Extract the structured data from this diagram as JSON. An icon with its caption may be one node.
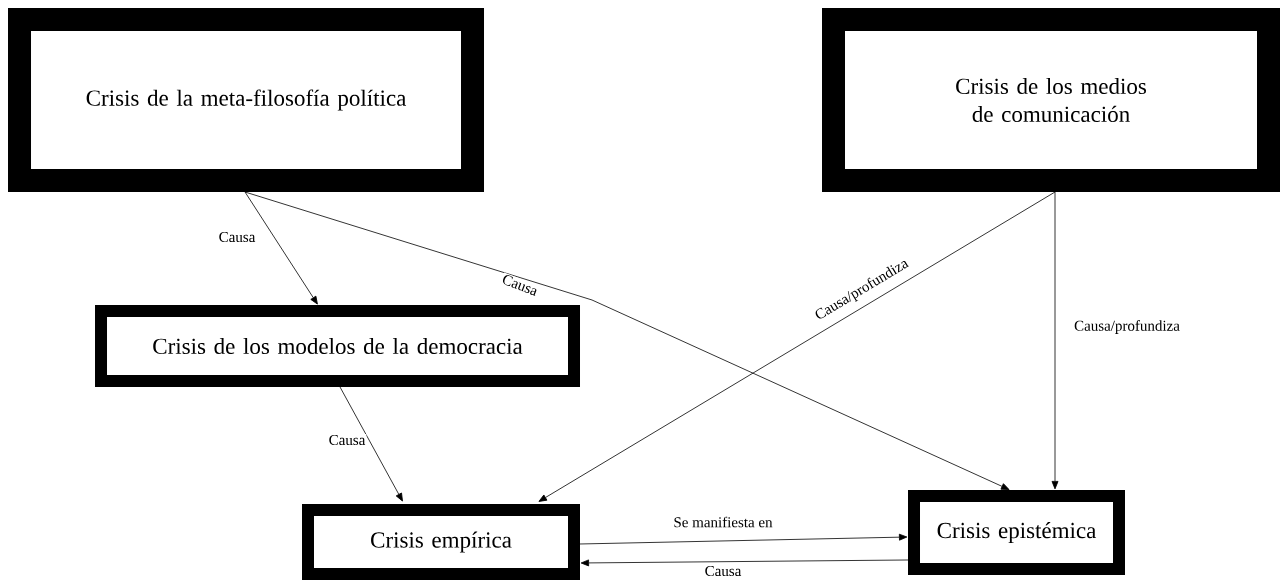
{
  "diagram": {
    "nodes": [
      {
        "text": [
          "Crisis de la meta-filosofía política"
        ]
      },
      {
        "text": [
          "Crisis de los medios de comunicación"
        ]
      },
      {
        "text": [
          "Crisis de los modelos de la democracia"
        ]
      },
      {
        "text": [
          "Crisis empírica"
        ]
      },
      {
        "text": [
          "Crisis epistémica"
        ]
      }
    ],
    "edges": [
      {
        "from": 0,
        "to": 2,
        "arrow": "to",
        "label": "Causa"
      },
      {
        "from": 0,
        "to": 4,
        "arrow": "to",
        "label": "Causa"
      },
      {
        "from": 1,
        "to": 3,
        "arrow": "to",
        "label": "Causa/profundiza"
      },
      {
        "from": 1,
        "to": 4,
        "arrow": "to",
        "label": "Causa/profundiza"
      },
      {
        "from": 2,
        "to": 3,
        "arrow": "to",
        "label": "Causa"
      },
      {
        "from": 3,
        "to": 4,
        "arrow": "to",
        "label": "Se manifiesta en"
      },
      {
        "from": 4,
        "to": 3,
        "arrow": "to",
        "label": "Causa"
      }
    ]
  }
}
